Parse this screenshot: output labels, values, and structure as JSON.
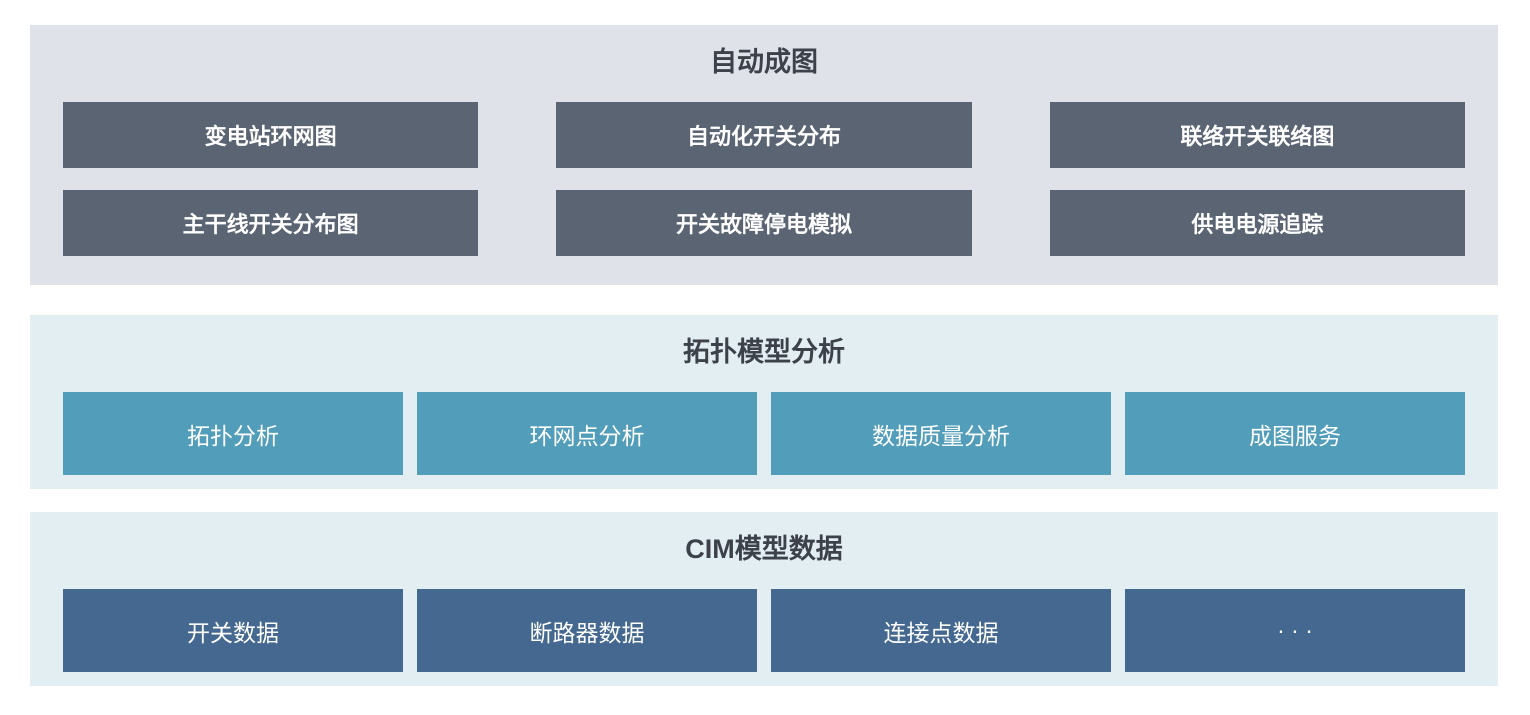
{
  "layers": [
    {
      "title": "自动成图",
      "items": [
        "变电站环网图",
        "自动化开关分布",
        "联络开关联络图",
        "主干线开关分布图",
        "开关故障停电模拟",
        "供电电源追踪"
      ]
    },
    {
      "title": "拓扑模型分析",
      "items": [
        "拓扑分析",
        "环网点分析",
        "数据质量分析",
        "成图服务"
      ]
    },
    {
      "title": "CIM模型数据",
      "items": [
        "开关数据",
        "断路器数据",
        "连接点数据",
        "· · ·"
      ]
    }
  ],
  "colors": {
    "page_background": "#ffffff",
    "layer_auto_diagram_bg": "#dfe2e9",
    "layer_auto_diagram_block": "#5a6472",
    "layer_topology_bg": "#e3eef3",
    "layer_topology_block": "#519dba",
    "layer_cim_bg": "#e3eef3",
    "layer_cim_block": "#44688f",
    "title_text": "#3c414a",
    "block_text": "#ffffff"
  }
}
